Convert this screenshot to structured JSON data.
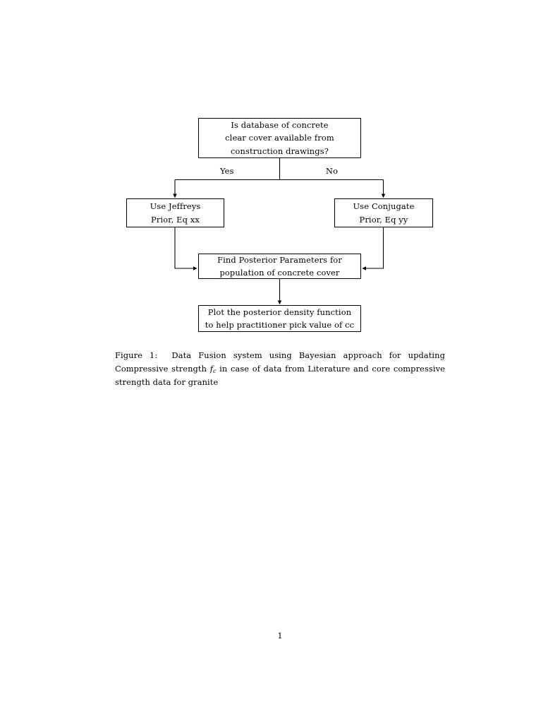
{
  "document": {
    "page_number": "1",
    "background_color": "#ffffff",
    "text_color": "#000000"
  },
  "figure": {
    "caption_label": "Figure 1:",
    "caption_part1": "Data Fusion system using Bayesian approach for updating Compressive strength",
    "caption_math_base": "f",
    "caption_math_sub": "c",
    "caption_part2": "in case of data from Literature and core compressive strength data for granite",
    "caption_full": "Figure 1: Data Fusion system using Bayesian approach for updating Compressive strength f_c in case of data from Literature and core compressive strength data for granite"
  },
  "flowchart": {
    "type": "decision-flowchart",
    "line_color": "#000000",
    "box_fill": "#ffffff",
    "nodes": [
      {
        "id": "decision",
        "shape": "rectangle",
        "lines": [
          "Is database of concrete",
          "clear cover available from",
          "construction drawings?"
        ]
      },
      {
        "id": "jeffreys",
        "shape": "rectangle",
        "lines": [
          "Use Jeffreys",
          "Prior, Eq xx"
        ]
      },
      {
        "id": "conjugate",
        "shape": "rectangle",
        "lines": [
          "Use Conjugate",
          "Prior, Eq yy"
        ]
      },
      {
        "id": "posterior",
        "shape": "rectangle",
        "lines": [
          "Find Posterior Parameters for",
          "population of concrete cover"
        ]
      },
      {
        "id": "plot",
        "shape": "rectangle",
        "lines": [
          "Plot the posterior density function",
          "to help practitioner pick value of cc"
        ]
      }
    ],
    "edges": [
      {
        "from": "decision",
        "to": "jeffreys",
        "label": "Yes"
      },
      {
        "from": "decision",
        "to": "conjugate",
        "label": "No"
      },
      {
        "from": "jeffreys",
        "to": "posterior",
        "label": ""
      },
      {
        "from": "conjugate",
        "to": "posterior",
        "label": ""
      },
      {
        "from": "posterior",
        "to": "plot",
        "label": ""
      }
    ]
  }
}
